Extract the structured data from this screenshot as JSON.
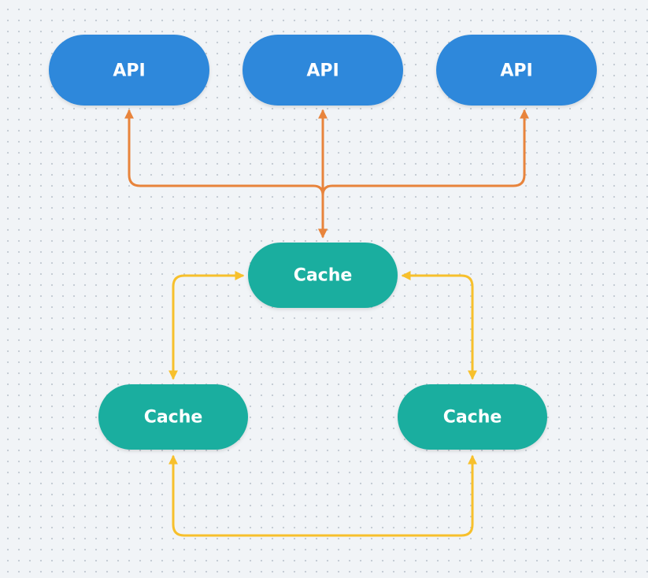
{
  "colors": {
    "api_node": "#2e88db",
    "cache_node": "#1aae9f",
    "api_edge": "#e8843c",
    "cache_edge": "#f7c02c",
    "node_text": "#ffffff"
  },
  "nodes": [
    {
      "id": "api-1",
      "label": "API",
      "kind": "api"
    },
    {
      "id": "api-2",
      "label": "API",
      "kind": "api"
    },
    {
      "id": "api-3",
      "label": "API",
      "kind": "api"
    },
    {
      "id": "cache-center",
      "label": "Cache",
      "kind": "cache"
    },
    {
      "id": "cache-left",
      "label": "Cache",
      "kind": "cache"
    },
    {
      "id": "cache-right",
      "label": "Cache",
      "kind": "cache"
    }
  ],
  "edges": [
    {
      "from": "cache-center",
      "to": "api-1",
      "directed": "both",
      "kind": "api"
    },
    {
      "from": "cache-center",
      "to": "api-2",
      "directed": "both",
      "kind": "api"
    },
    {
      "from": "cache-center",
      "to": "api-3",
      "directed": "both",
      "kind": "api"
    },
    {
      "from": "cache-center",
      "to": "cache-left",
      "directed": "both",
      "kind": "cache"
    },
    {
      "from": "cache-center",
      "to": "cache-right",
      "directed": "both",
      "kind": "cache"
    },
    {
      "from": "cache-left",
      "to": "cache-right",
      "directed": "both",
      "kind": "cache"
    }
  ]
}
